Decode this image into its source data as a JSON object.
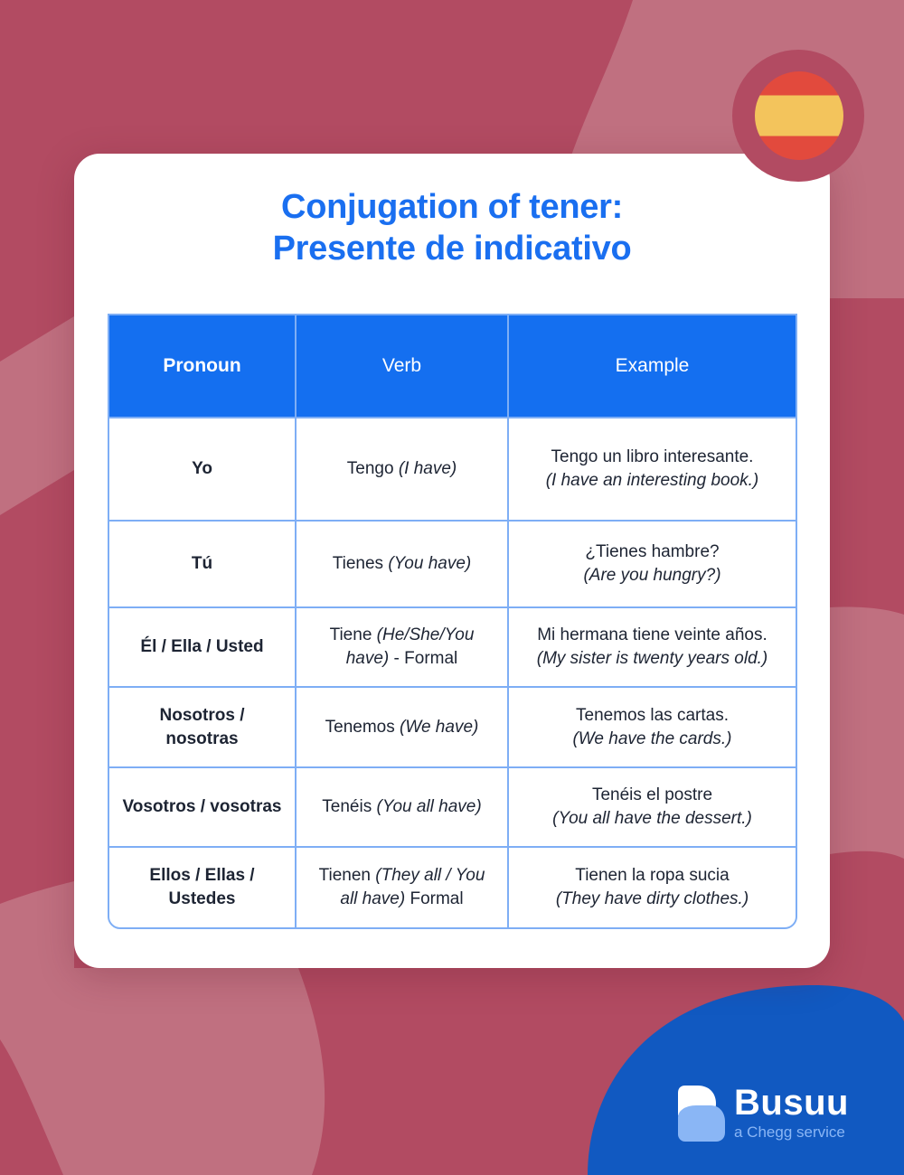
{
  "colors": {
    "background": "#b24b62",
    "background_light": "#c07080",
    "card": "#ffffff",
    "accent_blue": "#146ff0",
    "title_blue": "#1a6ff0",
    "table_border": "#7eaef5",
    "brand_blue": "#1159c1",
    "flag_red": "#e24a3d",
    "flag_yellow": "#f3c45c"
  },
  "header": {
    "title_line1": "Conjugation of tener:",
    "title_line2": "Presente de indicativo",
    "flag_icon": "spain-flag-icon"
  },
  "table": {
    "headers": [
      "Pronoun",
      "Verb",
      "Example"
    ],
    "rows": [
      {
        "pronoun": "Yo",
        "verb": "Tengo",
        "verb_translation": "(I have)",
        "verb_suffix": "",
        "example": "Tengo un libro interesante.",
        "example_translation": "(I have an interesting book.)"
      },
      {
        "pronoun": "Tú",
        "verb": "Tienes",
        "verb_translation": "(You have)",
        "verb_suffix": "",
        "example": "¿Tienes hambre?",
        "example_translation": "(Are you hungry?)"
      },
      {
        "pronoun": "Él / Ella / Usted",
        "verb": "Tiene",
        "verb_translation": "(He/She/You have)",
        "verb_suffix": " - Formal",
        "example": "Mi hermana tiene veinte años.",
        "example_translation": "(My sister is twenty years old.)"
      },
      {
        "pronoun": "Nosotros / nosotras",
        "verb": "Tenemos",
        "verb_translation": "(We have)",
        "verb_suffix": "",
        "example": "Tenemos las cartas.",
        "example_translation": "(We have the cards.)"
      },
      {
        "pronoun": "Vosotros / vosotras",
        "verb": "Tenéis",
        "verb_translation": "(You all have)",
        "verb_suffix": "",
        "example": "Tenéis el postre",
        "example_translation": "(You all have the dessert.)"
      },
      {
        "pronoun": "Ellos / Ellas / Ustedes",
        "verb": "Tienen",
        "verb_translation": "(They all / You all have)",
        "verb_suffix": " Formal",
        "example": "Tienen la ropa sucia",
        "example_translation": "(They have dirty clothes.)"
      }
    ]
  },
  "brand": {
    "name": "Busuu",
    "tagline": "a Chegg service",
    "logo_icon": "busuu-logo-icon"
  }
}
